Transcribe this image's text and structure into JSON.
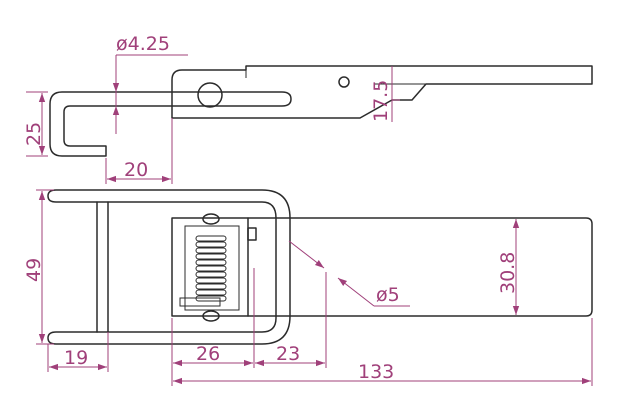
{
  "colors": {
    "object_line": "#2b2b2b",
    "dimension": "#a0407a",
    "background": "#ffffff"
  },
  "dimensions": {
    "hole_diameter": "ø4.25",
    "slot_height": "17.5",
    "hook_height": "25",
    "hook_length": "20",
    "overall_width": "49",
    "bail_end_width": "19",
    "spring_block": "26",
    "to_hole": "23",
    "overall_length": "133",
    "lever_width": "30.8",
    "pin_diameter": "ø5"
  }
}
